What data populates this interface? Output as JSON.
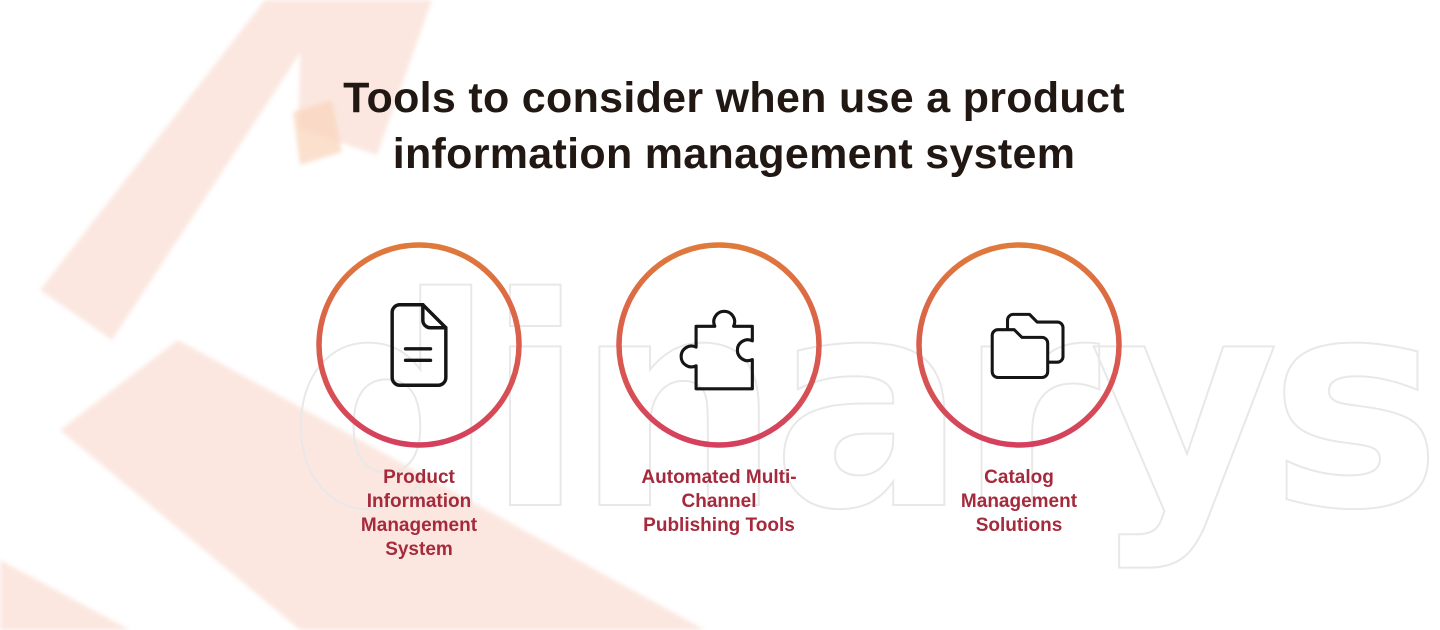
{
  "title": {
    "text": "Tools to consider when use a product\ninformation management system"
  },
  "watermark": {
    "text": "dinarys"
  },
  "cards": [
    {
      "icon": "document-icon",
      "label": "Product\nInformation\nManagement\nSystem"
    },
    {
      "icon": "puzzle-icon",
      "label": "Automated Multi-\nChannel\nPublishing Tools"
    },
    {
      "icon": "folders-icon",
      "label": "Catalog\nManagement\nSolutions"
    }
  ],
  "colors": {
    "title_text": "#211813",
    "label_text": "#A52A3C",
    "ring_gradient_top": "#DF7A3B",
    "ring_gradient_bottom": "#D4405E",
    "icon_stroke": "#151515",
    "watermark_outline": "#E8E8E8",
    "logo_tint": "#FBE7E0",
    "logo_accent": "#F9D5BE"
  }
}
